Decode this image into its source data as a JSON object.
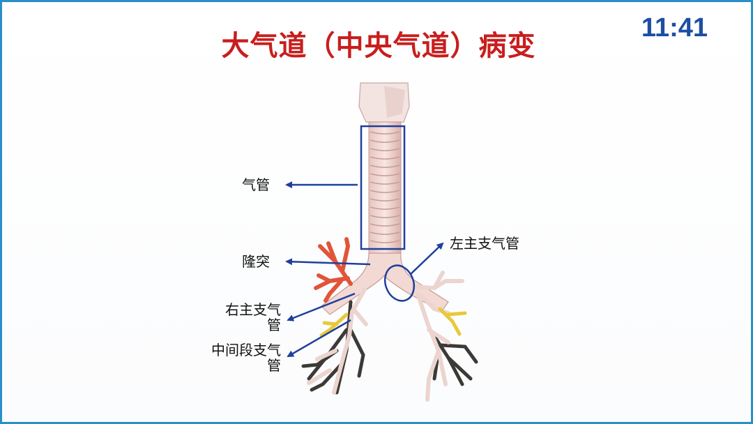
{
  "slide": {
    "title": "大气道（中央气道）病变",
    "clock": "11:41"
  },
  "labels": {
    "trachea": "气管",
    "carina": "隆突",
    "left_main_bronchus": "左主支气管",
    "right_main_bronchus_line1": "右主支气",
    "right_main_bronchus_line2": "管",
    "intermediate_bronchus_line1": "中间段支气",
    "intermediate_bronchus_line2": "管"
  },
  "colors": {
    "title": "#c81e1e",
    "clock": "#1c4fa3",
    "annotation": "#1f3f9c",
    "frame": "#2a8fc9",
    "airway": "#f1d7d2",
    "airway_ring": "#c99b94",
    "branch_red": "#e0553a",
    "branch_yellow": "#e8c93a",
    "branch_dark": "#3c3a36"
  }
}
